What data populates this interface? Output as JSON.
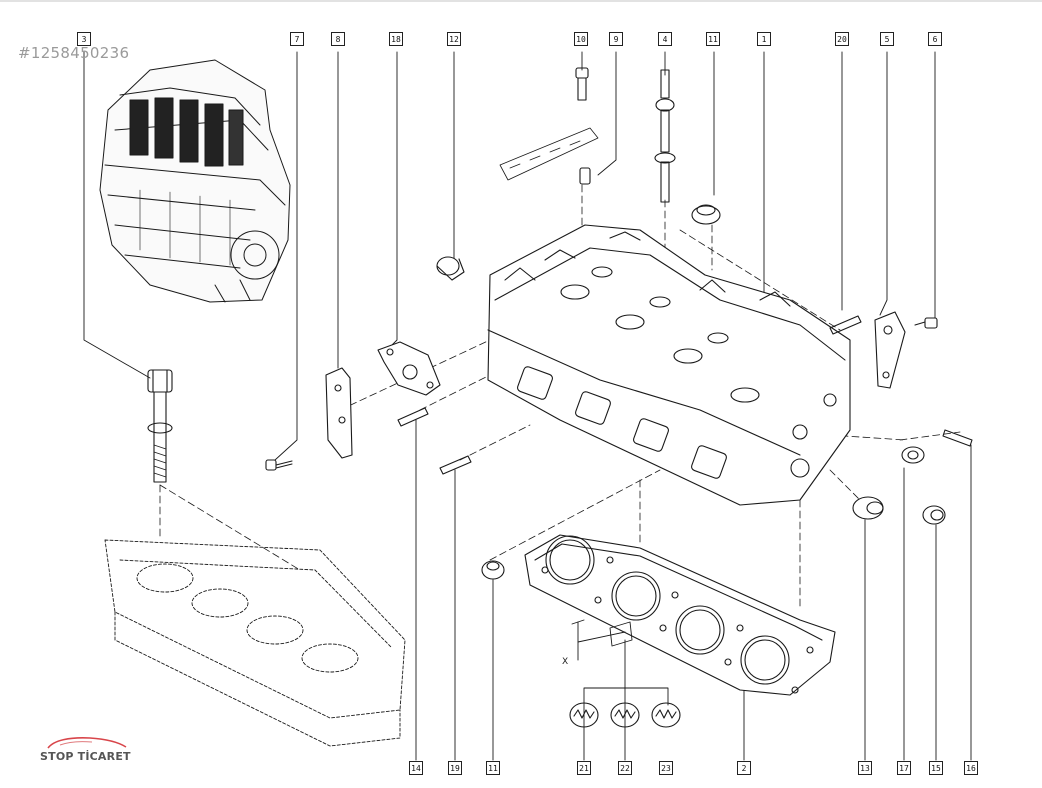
{
  "watermark": "#1258450236",
  "brand": "STOP TİCARET",
  "x_mark": "X",
  "callouts": {
    "c3": "3",
    "c7": "7",
    "c8": "8",
    "c18": "18",
    "c12": "12",
    "c10": "10",
    "c9": "9",
    "c4": "4",
    "c11top": "11",
    "c1": "1",
    "c20": "20",
    "c5": "5",
    "c6": "6",
    "c14": "14",
    "c19": "19",
    "c11": "11",
    "c21": "21",
    "c22": "22",
    "c23": "23",
    "c2": "2",
    "c13": "13",
    "c17": "17",
    "c15": "15",
    "c16": "16"
  }
}
